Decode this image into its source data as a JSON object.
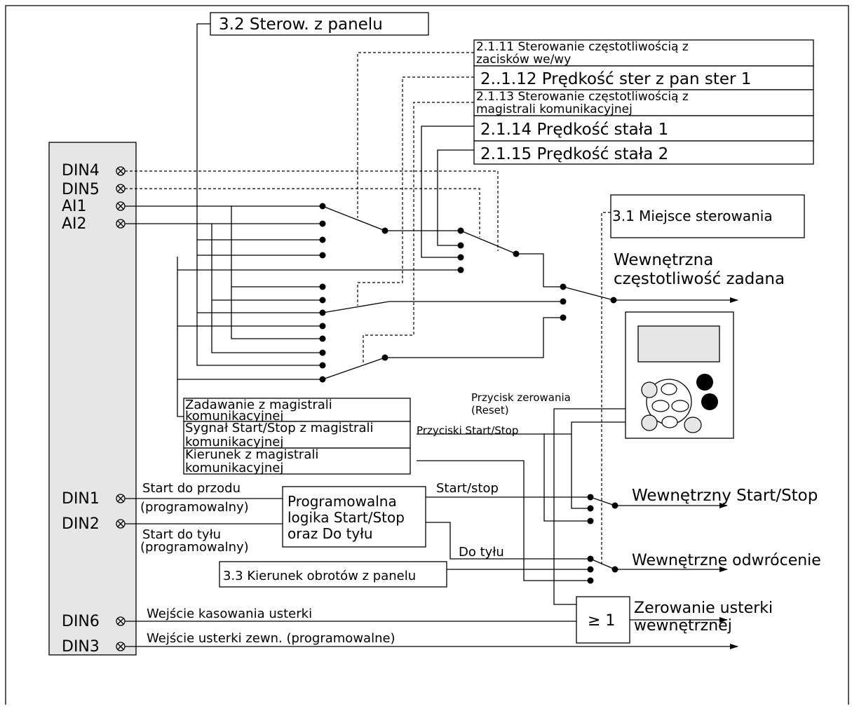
{
  "terminals": {
    "din4": "DIN4",
    "din5": "DIN5",
    "ai1": "AI1",
    "ai2": "AI2",
    "din1": "DIN1",
    "din2": "DIN2",
    "din6": "DIN6",
    "din3": "DIN3"
  },
  "parameters": {
    "p32": "3.2 Sterow. z panelu",
    "p2111_line1": "2.1.11 Sterowanie częstotliwością z",
    "p2111_line2": "zacisków we/wy",
    "p2112": "2..1.12 Prędkość ster z pan ster 1",
    "p2113_line1": "2.1.13 Sterowanie częstotliwością z",
    "p2113_line2": "magistrali komunikacyjnej",
    "p2114": "2.1.14 Prędkość stała 1",
    "p2115": "2.1.15 Prędkość stała 2",
    "p31": "3.1 Miejsce sterowania",
    "p33": "3.3 Kierunek obrotów z panelu"
  },
  "fieldbus": {
    "reference_line1": "Zadawanie z magistrali",
    "reference_line2": "komunikacyjnej",
    "startstop_line1": "Sygnał Start/Stop z magistrali",
    "startstop_line2": "komunikacyjnej",
    "direction_line1": "Kierunek z magistrali",
    "direction_line2": "komunikacyjnej"
  },
  "inputs": {
    "start_forward": "Start do przodu",
    "start_forward_note": "(programowalny)",
    "start_reverse": "Start do tyłu",
    "start_reverse_note": "(programowalny)",
    "fault_reset_input": "Wejście kasowania usterki",
    "ext_fault_input": "Wejście usterki zewn. (programowalne)"
  },
  "logic": {
    "line1": "Programowalna",
    "line2": "logika Start/Stop",
    "line3": "oraz Do tyłu",
    "startstop_signal": "Start/stop",
    "reverse_signal": "Do tyłu",
    "or_gate": "≥ 1"
  },
  "keypad": {
    "reset_button_line1": "Przycisk zerowania",
    "reset_button_line2": "(Reset)",
    "startstop_buttons": "Przyciski Start/Stop"
  },
  "outputs": {
    "freq_ref_line1": "Wewnętrzna",
    "freq_ref_line2": "częstotliwość zadana",
    "startstop": "Wewnętrzny Start/Stop",
    "reverse": "Wewnętrzne odwrócenie",
    "fault_reset_line1": "Zerowanie usterki",
    "fault_reset_line2": "wewnętrznej"
  }
}
